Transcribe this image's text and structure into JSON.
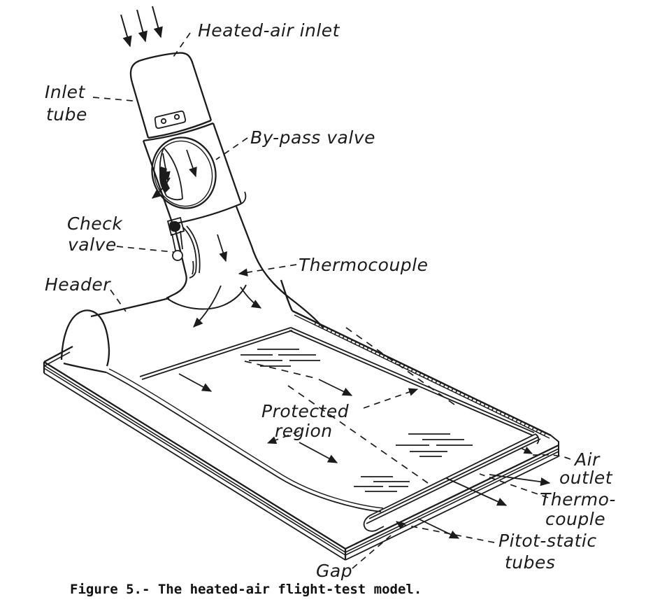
{
  "figure": {
    "caption": "Figure 5.- The heated-air flight-test model.",
    "labels": {
      "heated_air_inlet": "Heated-air inlet",
      "inlet_tube_line1": "Inlet",
      "inlet_tube_line2": "tube",
      "bypass_valve": "By-pass valve",
      "check_valve_line1": "Check",
      "check_valve_line2": "valve",
      "thermocouple_upper": "Thermocouple",
      "header": "Header",
      "protected_region_line1": "Protected",
      "protected_region_line2": "region",
      "air_outlet_line1": "Air",
      "air_outlet_line2": "outlet",
      "thermocouple_lower_line1": "Thermo-",
      "thermocouple_lower_line2": "couple",
      "pitot_static_line1": "Pitot-static",
      "pitot_static_line2": "tubes",
      "gap": "Gap"
    },
    "colors": {
      "ink": "#1b1b1b",
      "paper": "#ffffff"
    }
  }
}
